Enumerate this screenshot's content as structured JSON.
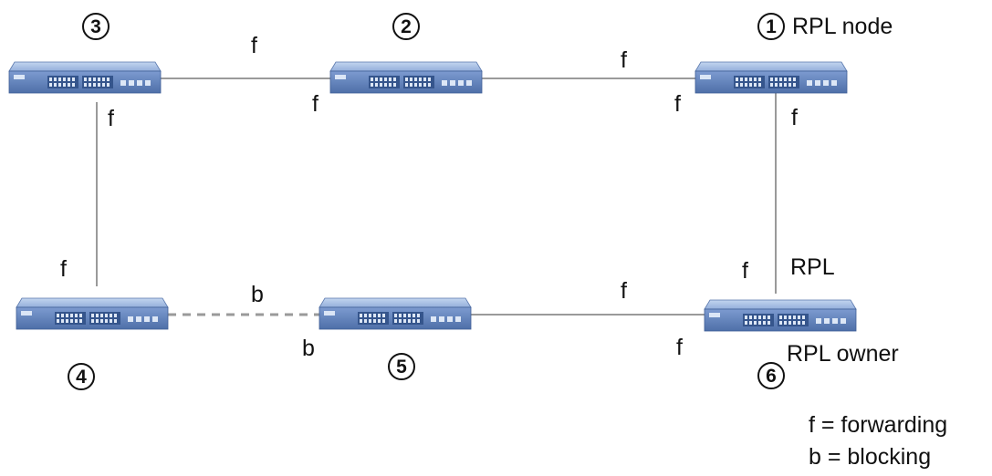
{
  "diagram": {
    "nodes": [
      {
        "id": "n1",
        "number": "1",
        "caption": "RPL node"
      },
      {
        "id": "n2",
        "number": "2",
        "caption": ""
      },
      {
        "id": "n3",
        "number": "3",
        "caption": ""
      },
      {
        "id": "n4",
        "number": "4",
        "caption": ""
      },
      {
        "id": "n5",
        "number": "5",
        "caption": ""
      },
      {
        "id": "n6",
        "number": "6",
        "caption": "RPL owner"
      }
    ],
    "links": [
      {
        "from": "n3",
        "to": "n2",
        "state": "forwarding",
        "end_labels": [
          "f",
          "f"
        ]
      },
      {
        "from": "n2",
        "to": "n1",
        "state": "forwarding",
        "end_labels": [
          "f",
          "f"
        ]
      },
      {
        "from": "n1",
        "to": "n6",
        "state": "forwarding",
        "end_labels": [
          "f",
          "f"
        ],
        "link_label": "RPL"
      },
      {
        "from": "n3",
        "to": "n4",
        "state": "forwarding",
        "end_labels": [
          "f",
          "f"
        ]
      },
      {
        "from": "n4",
        "to": "n5",
        "state": "blocking",
        "end_labels": [
          "b",
          "b"
        ]
      },
      {
        "from": "n5",
        "to": "n6",
        "state": "forwarding",
        "end_labels": [
          "f",
          "f"
        ]
      }
    ],
    "port_labels": {
      "l32_top": "f",
      "l32_n2side": "f",
      "l21_top": "f",
      "l21_n1side": "f",
      "l16_n1side": "f",
      "l16_n6side": "f",
      "l34_n3side": "f",
      "l34_n4side": "f",
      "l45_top": "b",
      "l45_n5side": "b",
      "l56_top": "f",
      "l56_n6side": "f"
    },
    "rpl_link_label": "RPL",
    "legend": {
      "forwarding": "f = forwarding",
      "blocking": "b = blocking"
    },
    "colors": {
      "switch_body": "#6f90c4",
      "switch_top": "#a9c1e4",
      "switch_front": "#5678b0",
      "port": "#dde7f6",
      "line": "#9a9a9a",
      "text": "#111111"
    },
    "icon": "network-switch-icon"
  }
}
